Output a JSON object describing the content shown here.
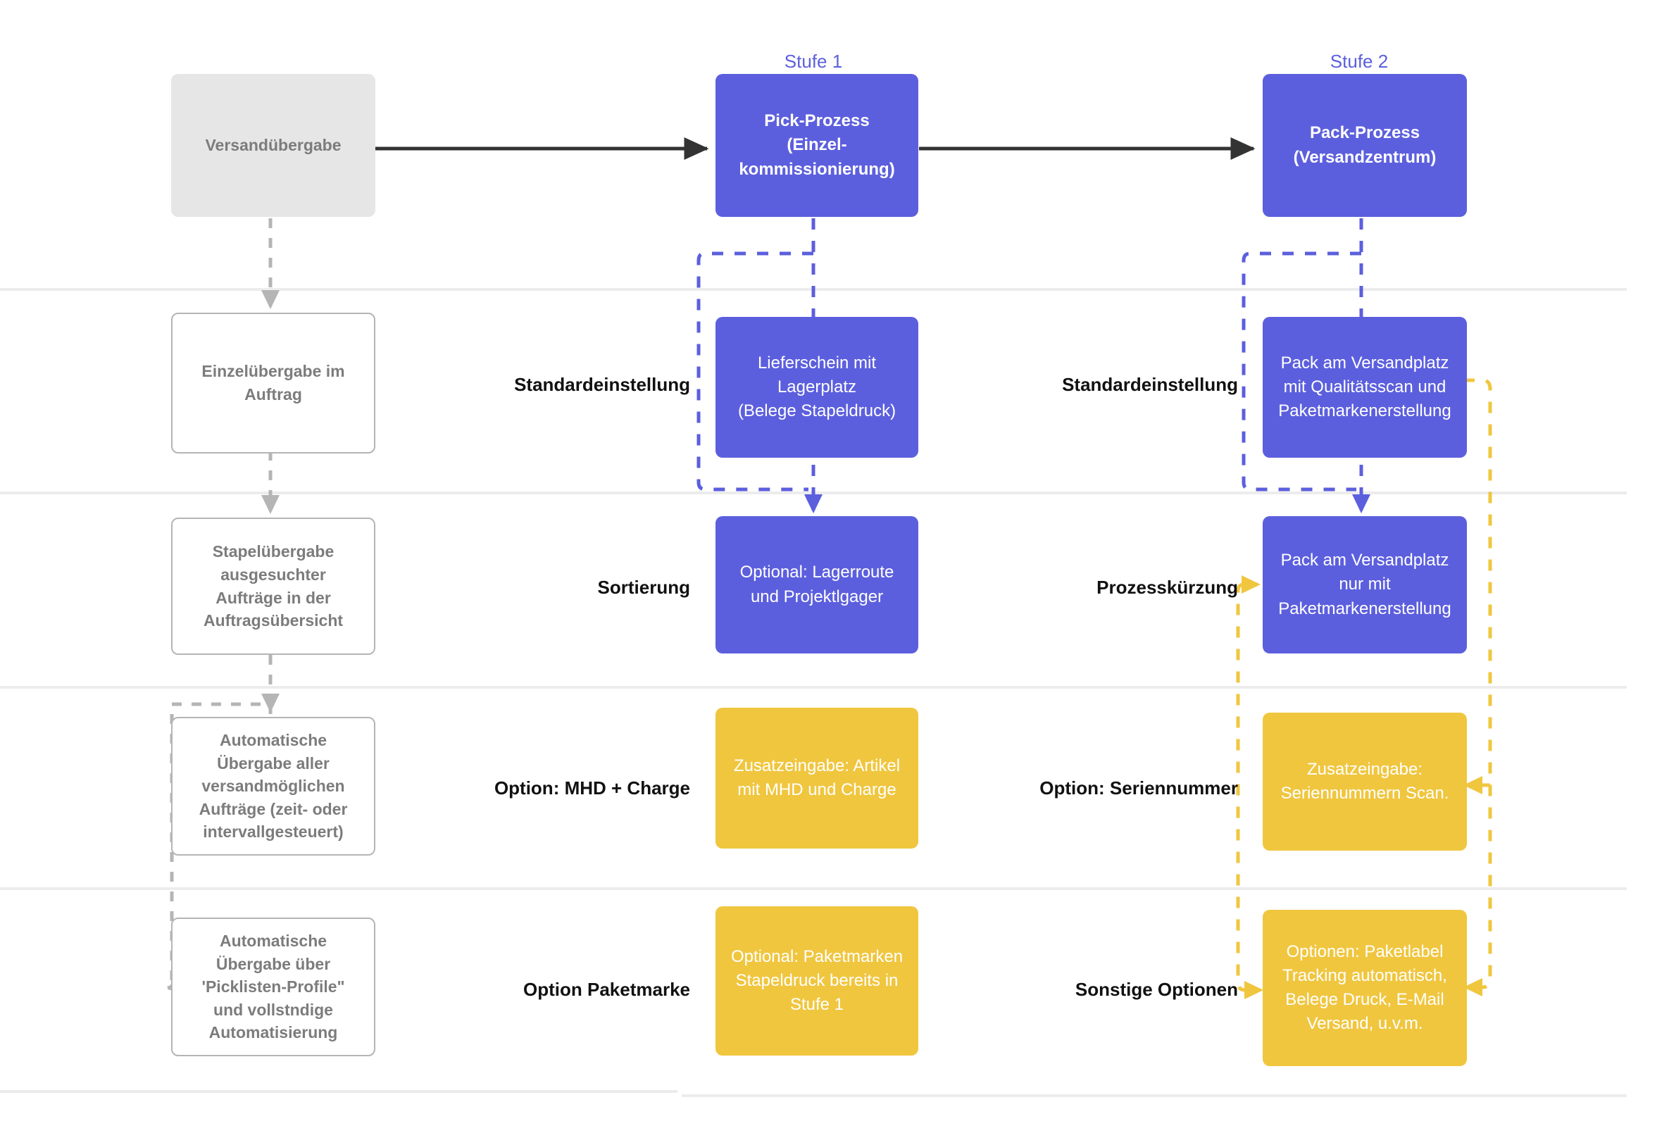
{
  "colors": {
    "blue": "#5c5fdd",
    "yellow": "#f0c63f",
    "gray_fill": "#e6e6e6",
    "gray_border": "#b5b5b5",
    "gray_text": "#7c7c7c",
    "row_divider": "#ececec",
    "arrow_black": "#333333",
    "arrow_gray": "#b5b5b5"
  },
  "stage_labels": {
    "stage1": "Stufe 1",
    "stage2": "Stufe 2"
  },
  "top_row": {
    "source": "Versandübergabe",
    "stage1_box": "Pick-Prozess\n(Einzel-\nkommissionierung)",
    "stage2_box": "Pack-Prozess\n(Versandzentrum)"
  },
  "rows": [
    {
      "left_box": "Einzelübergabe im\nAuftrag",
      "label_left": "Standardeinstellung",
      "box_mid": "Lieferschein mit\nLagerplatz\n(Belege Stapeldruck)",
      "box_mid_kind": "blue",
      "label_right": "Standardeinstellung",
      "box_right": "Pack am Versandplatz\nmit Qualitätsscan und\nPaketmarkenerstellung",
      "box_right_kind": "blue"
    },
    {
      "left_box": "Stapelübergabe\nausgesuchter\nAufträge in der\nAuftragsübersicht",
      "label_left": "Sortierung",
      "box_mid": "Optional: Lagerroute\nund Projektlgager",
      "box_mid_kind": "blue",
      "label_right": "Prozesskürzung",
      "box_right": "Pack am Versandplatz\nnur mit\nPaketmarkenerstellung",
      "box_right_kind": "blue"
    },
    {
      "left_box": "Automatische\nÜbergabe aller\nversandmöglichen\nAufträge (zeit- oder\nintervallgesteuert)",
      "label_left": "Option: MHD + Charge",
      "box_mid": "Zusatzeingabe: Artikel\nmit MHD und Charge",
      "box_mid_kind": "yellow",
      "label_right": "Option: Seriennummer",
      "box_right": "Zusatzeingabe:\nSeriennummern Scan.",
      "box_right_kind": "yellow"
    },
    {
      "left_box": "Automatische\nÜbergabe über\n'Picklisten-Profile\"\nund vollstndige\nAutomatisierung",
      "label_left": "Option Paketmarke",
      "box_mid": "Optional: Paketmarken\nStapeldruck bereits in\nStufe 1",
      "box_mid_kind": "yellow",
      "label_right": "Sonstige Optionen",
      "box_right": "Optionen: Paketlabel\nTracking automatisch,\nBelege Druck, E-Mail\nVersand, u.v.m.",
      "box_right_kind": "yellow"
    }
  ]
}
